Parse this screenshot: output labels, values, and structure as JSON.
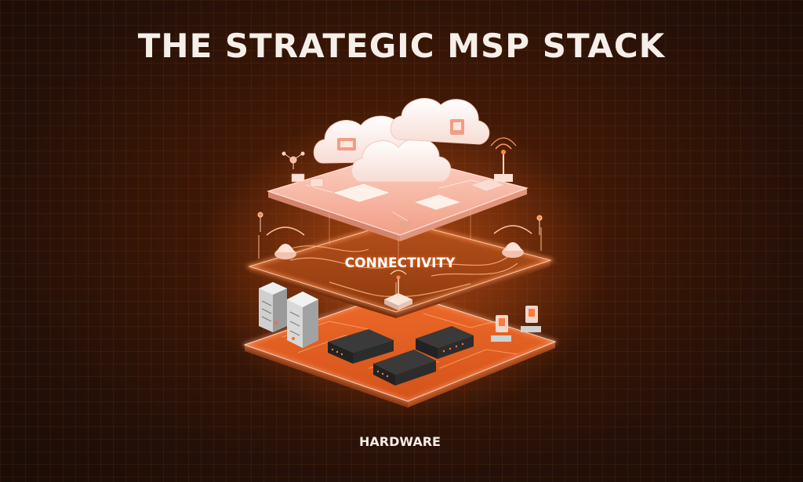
{
  "title": "THE STRATEGIC MSP STACK",
  "layers": {
    "connectivity_label": "CONNECTIVITY",
    "hardware_label": "HARDWARE"
  },
  "colors": {
    "accent": "#f26a2a",
    "glow": "#ff8a4c",
    "cloud_layer": "#f6b3a2",
    "background": "#2a1208"
  },
  "icons": [
    "cloud-icon",
    "server-icon",
    "router-icon",
    "wifi-icon",
    "network-switch-icon",
    "device-icon"
  ]
}
